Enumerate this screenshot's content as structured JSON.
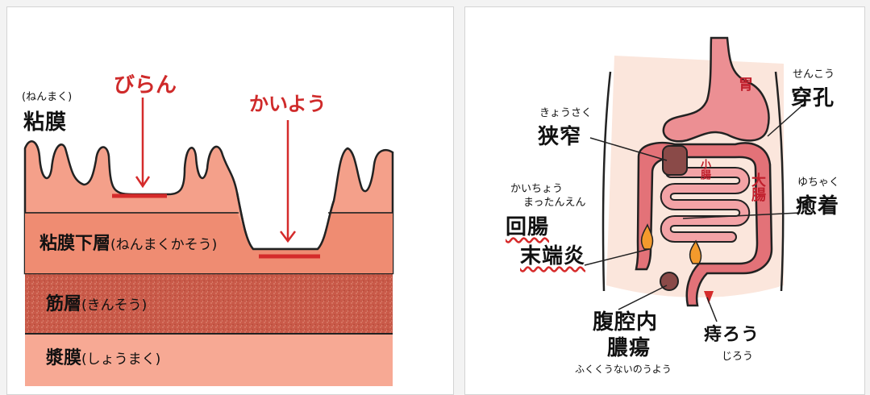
{
  "left": {
    "mucosa_reading": "(ねんまく)",
    "mucosa": "粘膜",
    "erosion": "びらん",
    "ulcer": "かいよう",
    "submucosa": "粘膜下層",
    "submucosa_reading": "(ねんまくかそう)",
    "muscle": "筋層",
    "muscle_reading": "(きんそう)",
    "serosa": "漿膜",
    "serosa_reading": "(しょうまく)"
  },
  "right": {
    "stomach": "胃",
    "small_intestine": "小腸",
    "large_intestine": "大腸",
    "perforation_reading": "せんこう",
    "perforation": "穿孔",
    "stenosis_reading": "きょうさく",
    "stenosis": "狭窄",
    "adhesion_reading": "ゆちゃく",
    "adhesion": "癒着",
    "ileitis_reading_1": "かいちょう",
    "ileitis_reading_2": "まったんえん",
    "ileitis_1": "回腸",
    "ileitis_2": "末端炎",
    "abscess_1": "腹腔内",
    "abscess_2": "膿瘍",
    "abscess_reading": "ふくくうないのうよう",
    "hemorrhoid": "痔ろう",
    "hemorrhoid_reading": "じろう"
  },
  "colors": {
    "mucosa": "#f6a58f",
    "submucosa": "#f08e74",
    "muscle": "#c95a49",
    "serosa": "#f7a994",
    "accent_red": "#d52b2b",
    "intestine": "#e1707a",
    "torso_bg": "#fbe6dc"
  }
}
